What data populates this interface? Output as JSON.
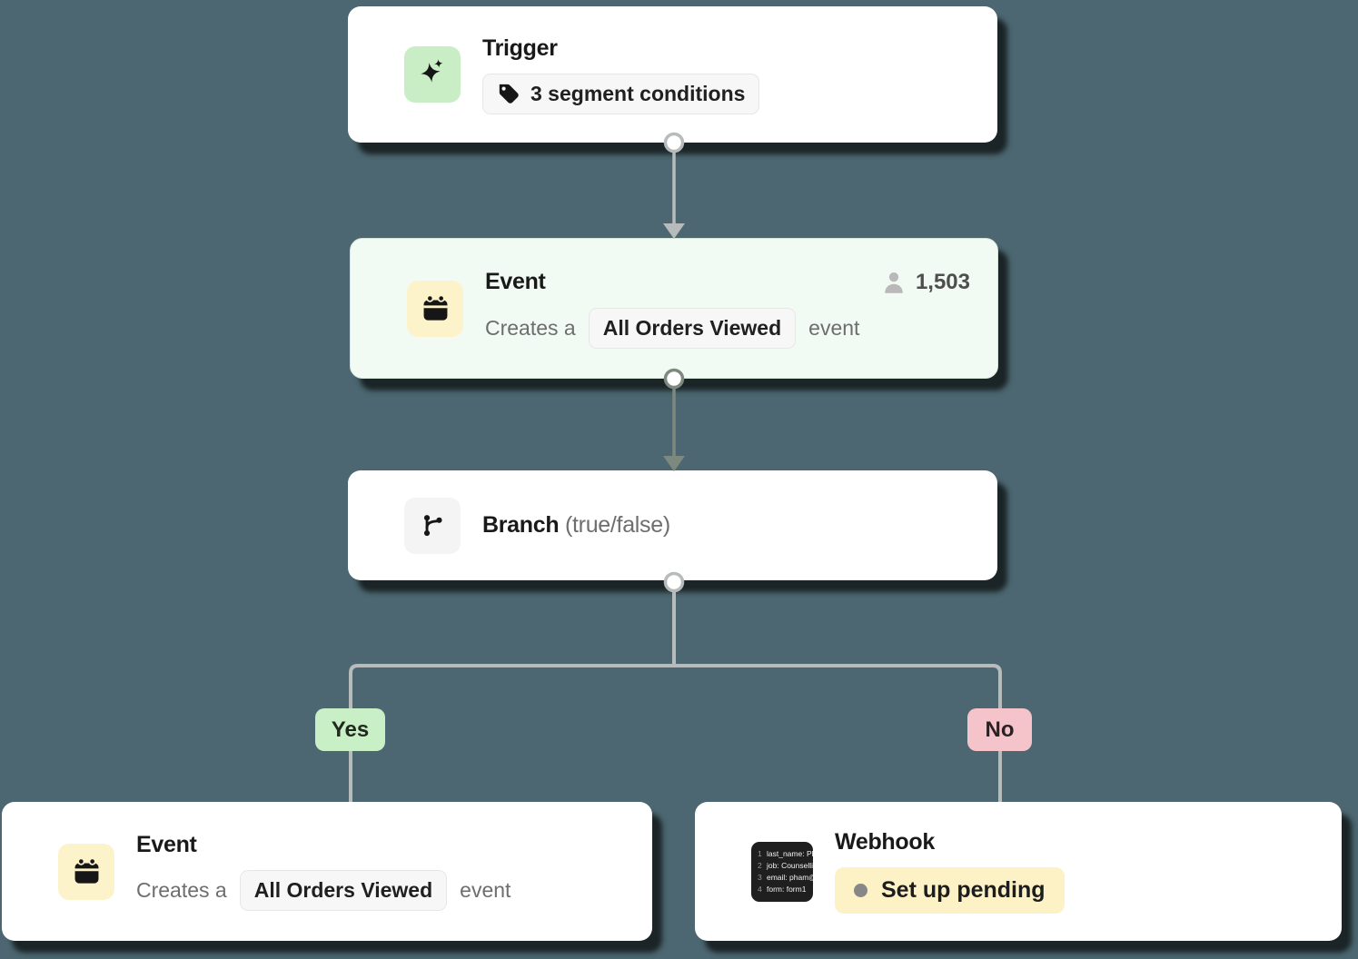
{
  "canvas": {
    "background": "#4c6771"
  },
  "labels": {
    "yes": "Yes",
    "no": "No"
  },
  "nodes": {
    "trigger": {
      "title": "Trigger",
      "badge_label": "3 segment conditions",
      "icon": "sparkles-icon",
      "icon_bg": "#c9eec6"
    },
    "event_top": {
      "title": "Event",
      "audience_count": "1,503",
      "desc_prefix": "Creates a",
      "event_name": "All Orders Viewed",
      "desc_suffix": "event",
      "icon": "calendar-icon",
      "icon_bg": "#fdf3cb",
      "selected_bg": "#f2faf4"
    },
    "branch": {
      "title": "Branch",
      "subtitle": "(true/false)",
      "icon": "git-branch-icon",
      "icon_bg": "#f4f4f4"
    },
    "event_yes": {
      "title": "Event",
      "desc_prefix": "Creates a",
      "event_name": "All Orders Viewed",
      "desc_suffix": "event",
      "icon": "calendar-icon",
      "icon_bg": "#fdf3cb"
    },
    "webhook": {
      "title": "Webhook",
      "status_label": "Set up pending",
      "icon": "code-snippet-icon",
      "status_bg": "#fdf2c6",
      "code_lines": [
        {
          "num": "1",
          "text": "last_name: Ph"
        },
        {
          "num": "2",
          "text": "job: Counselli"
        },
        {
          "num": "3",
          "text": "email: pham@"
        },
        {
          "num": "4",
          "text": "form: form1"
        }
      ]
    }
  },
  "colors": {
    "connector_light": "#b7bbbb",
    "connector_dark": "#7d897e",
    "yes_badge": "#c9efc7",
    "no_badge": "#f5c4cb",
    "card": "#ffffff"
  }
}
